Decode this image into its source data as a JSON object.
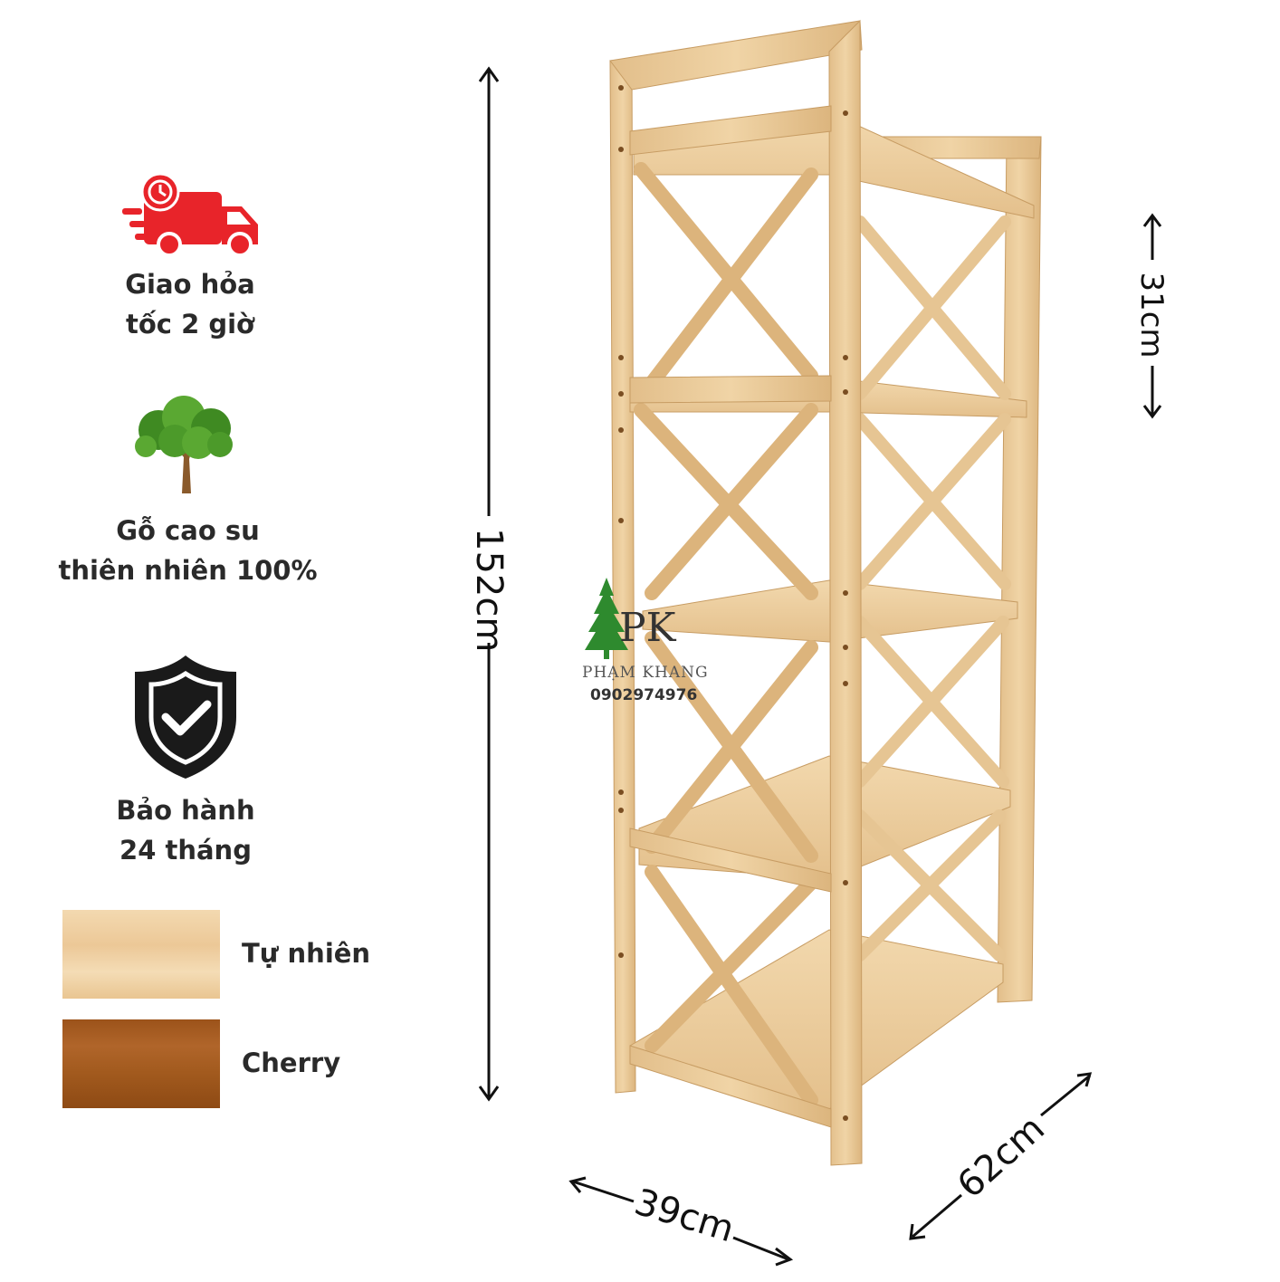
{
  "features": [
    {
      "icon": "delivery-truck-icon",
      "line1": "Giao hỏa",
      "line2": "tốc 2 giờ"
    },
    {
      "icon": "tree-icon",
      "line1": "Gỗ cao su",
      "line2": "thiên nhiên 100%"
    },
    {
      "icon": "shield-check-icon",
      "line1": "Bảo hành",
      "line2": "24 tháng"
    }
  ],
  "finishes": [
    {
      "label": "Tự nhiên",
      "color": "#f1d3a6"
    },
    {
      "label": "Cherry",
      "color": "#a45a1c"
    }
  ],
  "dimensions": {
    "height": "152cm",
    "shelf_gap": "31cm",
    "width": "39cm",
    "depth": "62cm"
  },
  "brand": {
    "mark": "PK",
    "name": "PHẠM KHANG",
    "phone": "0902974976"
  },
  "colors": {
    "wood": "#e8c99a",
    "wood_dark": "#c9a06a",
    "truck_red": "#e8242a",
    "tree_green": "#4c9a2a"
  }
}
